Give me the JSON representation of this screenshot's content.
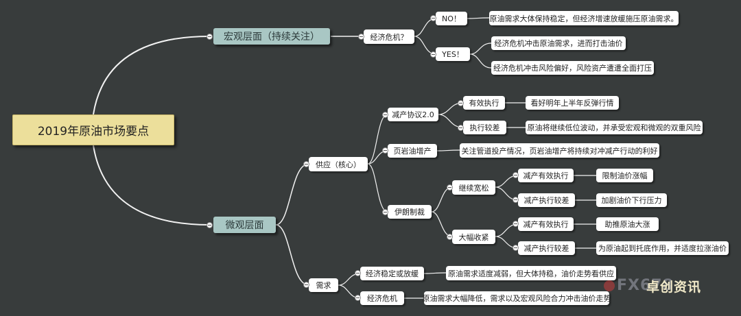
{
  "root": "2019年原油市场要点",
  "macro": {
    "label": "宏观层面（持续关注）",
    "crisis": {
      "label": "经济危机？",
      "no": {
        "label": "NO！",
        "note": "原油需求大体保持稳定，但经济增速放缓施压原油需求。"
      },
      "yes": {
        "label": "YES！",
        "notes": [
          "经济危机冲击原油需求，进而打击油价",
          "经济危机冲击风险偏好，风险资产遭遭全面打压"
        ]
      }
    }
  },
  "micro": {
    "label": "微观层面",
    "supply": {
      "label": "供应（核心）",
      "opec": {
        "label": "减产协议2.0",
        "effective": {
          "label": "有效执行",
          "note": "看好明年上半年反弹行情"
        },
        "poor": {
          "label": "执行较差",
          "note": "原油将继续低位波动，并承受宏观和微观的双重风险"
        }
      },
      "shale": {
        "label": "页岩油增产",
        "note": "关注管道投产情况，页岩油增产将持续对冲减产行动的利好"
      },
      "iran": {
        "label": "伊朗制裁",
        "loose": {
          "label": "继续宽松",
          "effective": {
            "label": "减产有效执行",
            "note": "限制油价涨幅"
          },
          "poor": {
            "label": "减产执行较差",
            "note": "加剧油价下行压力"
          }
        },
        "tight": {
          "label": "大幅收紧",
          "effective": {
            "label": "减产有效执行",
            "note": "助推原油大涨"
          },
          "poor": {
            "label": "减产执行较差",
            "note": "为原油起到托底作用，并适度拉涨油价"
          }
        }
      }
    },
    "demand": {
      "label": "需求",
      "stable": {
        "label": "经济稳定或放缓",
        "note": "原油需求适度减弱，但大体持稳，油价走势看供应"
      },
      "crisis": {
        "label": "经济危机",
        "note": "原油需求大幅降低，需求以及宏观风险合力冲击油价走势"
      }
    }
  },
  "watermark": {
    "fx": "FX678",
    "brand": "卓创资讯"
  }
}
